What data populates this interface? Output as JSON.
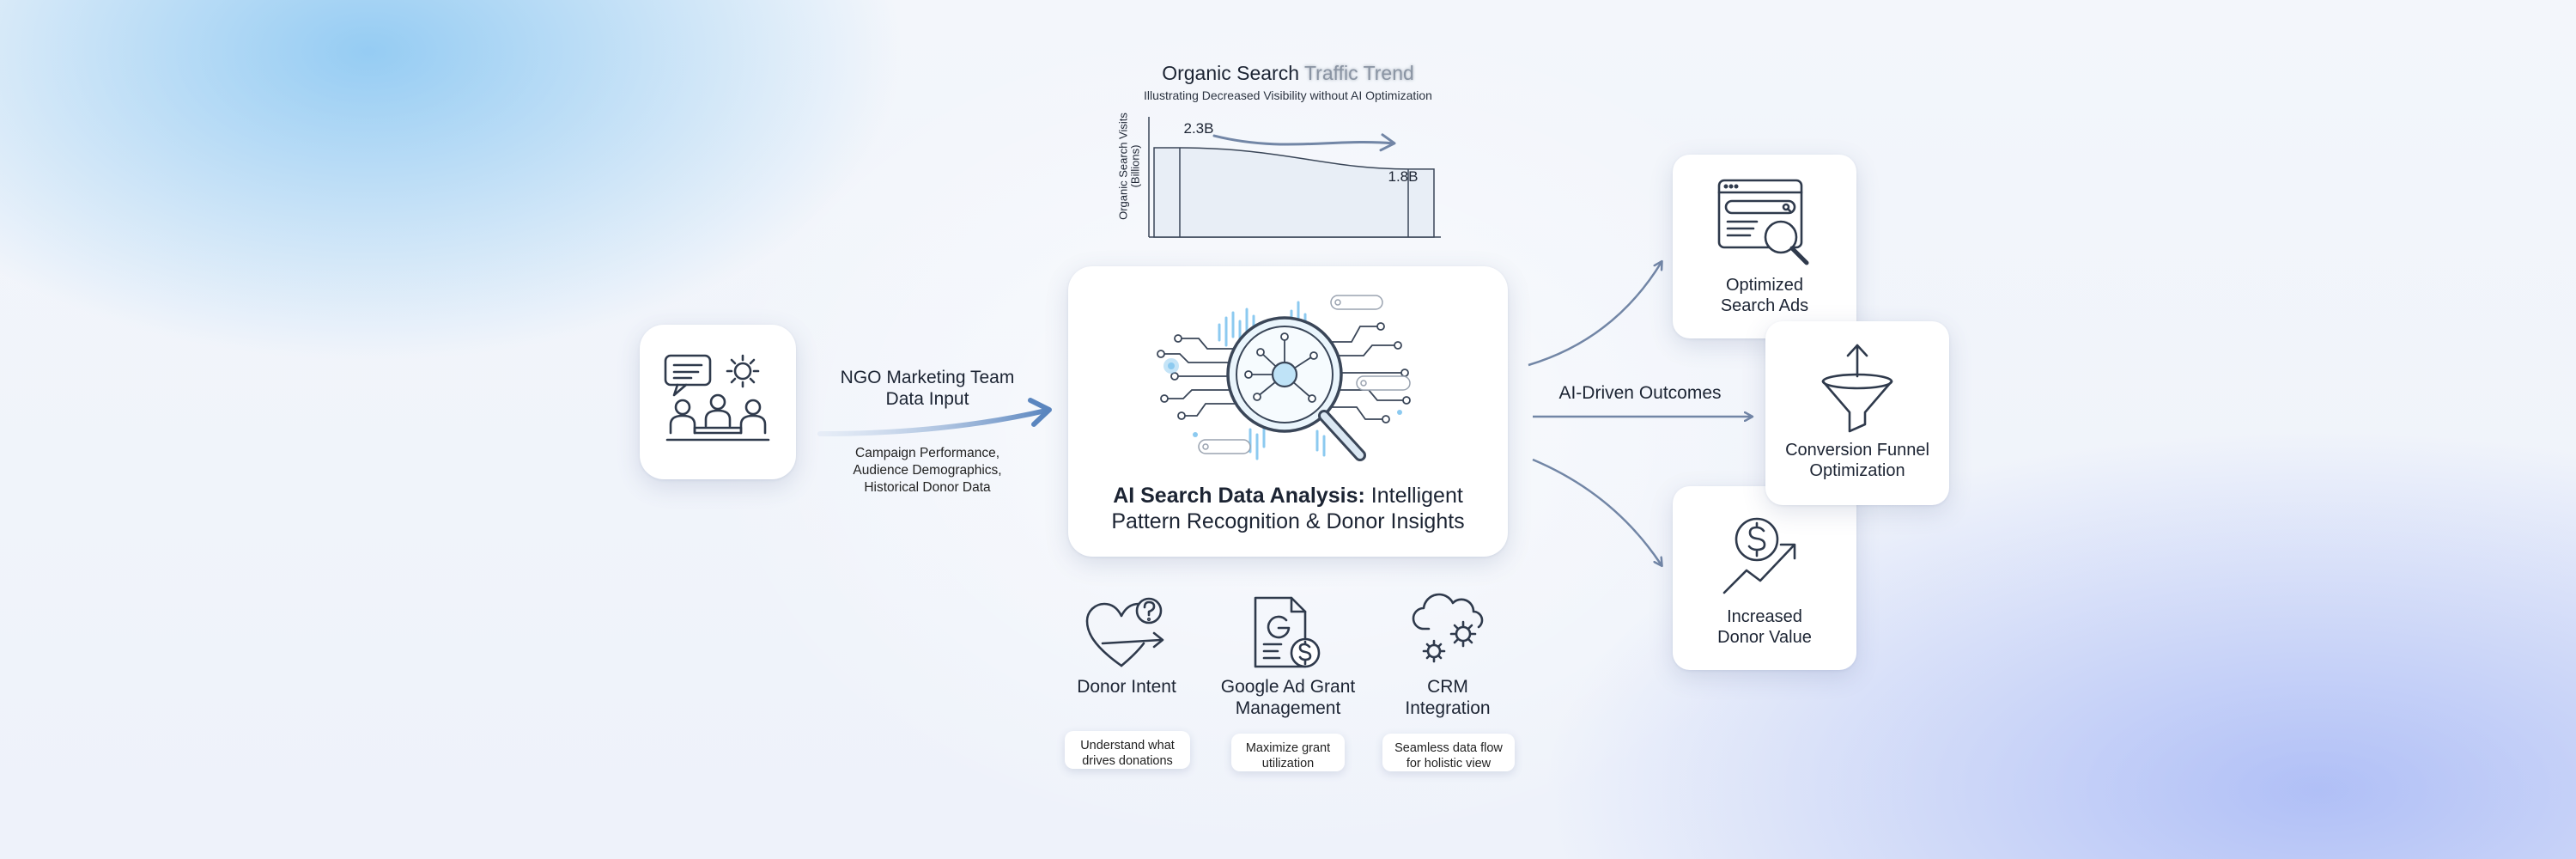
{
  "chart": {
    "title_a": "Organic Search ",
    "title_b": "Traffic Trend",
    "subtitle": "Illustrating Decreased Visibility without AI Optimization",
    "ylabel_1": "Organic Search Visits",
    "ylabel_2": "(Billions)",
    "start_label": "2.3B",
    "end_label": "1.8B"
  },
  "chart_data": {
    "type": "area",
    "title": "Organic Search Traffic Trend",
    "subtitle": "Illustrating Decreased Visibility without AI Optimization",
    "ylabel": "Organic Search Visits (Billions)",
    "xlabel": "",
    "series": [
      {
        "values": [
          2.3,
          1.8
        ]
      }
    ],
    "annotations": [
      "2.3B",
      "1.8B"
    ],
    "grid": false
  },
  "input": {
    "title_1": "NGO Marketing Team",
    "title_2": "Data Input",
    "desc_1": "Campaign Performance,",
    "desc_2": "Audience Demographics,",
    "desc_3": "Historical Donor Data"
  },
  "center": {
    "title_bold": "AI Search Data Analysis:",
    "title_rest": " Intelligent",
    "title_line2": "Pattern Recognition & Donor Insights"
  },
  "features": [
    {
      "title_1": "Donor Intent",
      "title_2": "",
      "desc_1": "Understand what",
      "desc_2": "drives donations"
    },
    {
      "title_1": "Google Ad Grant",
      "title_2": "Management",
      "desc_1": "Maximize grant",
      "desc_2": "utilization"
    },
    {
      "title_1": "CRM",
      "title_2": "Integration",
      "desc_1": "Seamless data flow",
      "desc_2": "for holistic view"
    }
  ],
  "outcomes": {
    "label": "AI-Driven Outcomes",
    "items": [
      {
        "line_1": "Optimized",
        "line_2": "Search Ads"
      },
      {
        "line_1": "Conversion Funnel",
        "line_2": "Optimization"
      },
      {
        "line_1": "Increased",
        "line_2": "Donor Value"
      }
    ]
  },
  "colors": {
    "accent": "#1f5f99",
    "line": "#3a4658",
    "arrow": "#7286a6",
    "highlight": "#8ccaf0"
  }
}
